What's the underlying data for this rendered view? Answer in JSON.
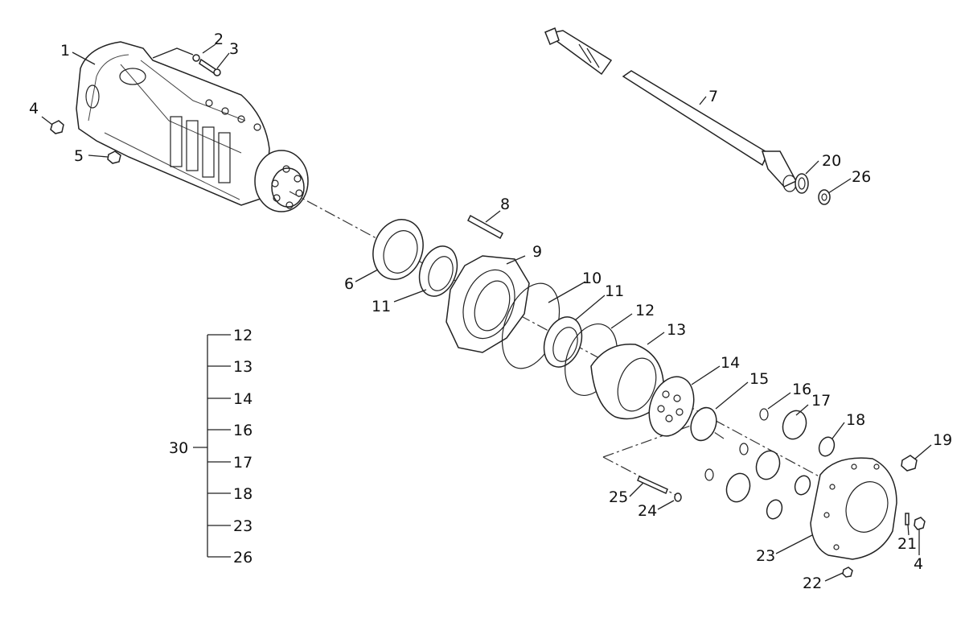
{
  "callouts": {
    "c1": "1",
    "c2": "2",
    "c3": "3",
    "c4": "4",
    "c5": "5",
    "c6": "6",
    "c7": "7",
    "c8": "8",
    "c9": "9",
    "c10": "10",
    "c11a": "11",
    "c11b": "11",
    "c12": "12",
    "c13": "13",
    "c14": "14",
    "c15": "15",
    "c16": "16",
    "c17": "17",
    "c18": "18",
    "c19": "19",
    "c20": "20",
    "c21": "21",
    "c22": "22",
    "c23": "23",
    "c24": "24",
    "c25": "25",
    "c26": "26",
    "c4b": "4"
  },
  "kit": {
    "label": "30",
    "items": [
      "12",
      "13",
      "14",
      "16",
      "17",
      "18",
      "23",
      "26"
    ]
  }
}
